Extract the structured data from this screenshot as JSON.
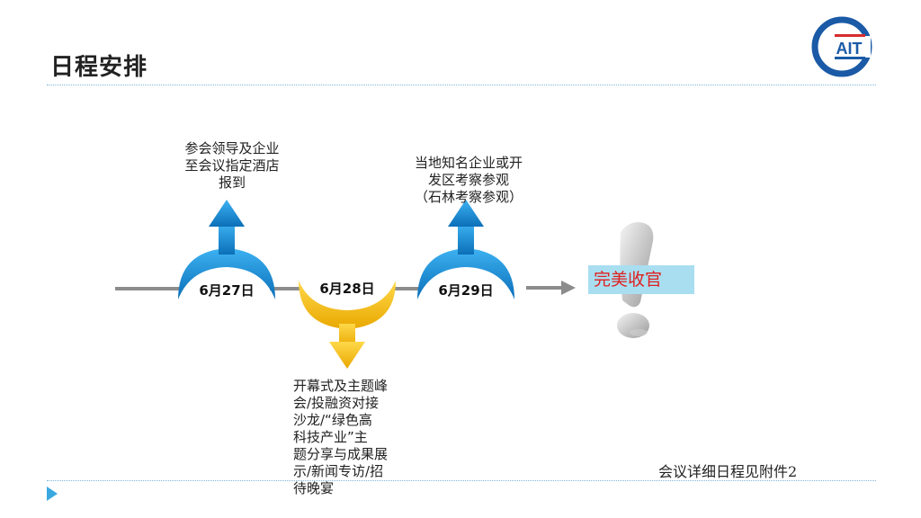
{
  "header": {
    "title": "日程安排"
  },
  "logo": {
    "text": "AIT",
    "colors": {
      "ring": "#1a5aa6",
      "mark": "#d62d2d"
    }
  },
  "timeline": {
    "days": [
      {
        "date": "6月27日",
        "direction": "up",
        "color": "#1e90d8",
        "description": [
          "参会领导及企业",
          "至会议指定酒店",
          "报到"
        ]
      },
      {
        "date": "6月28日",
        "direction": "down",
        "color": "#f2b705",
        "description": [
          "开幕式及主题峰",
          "会/投融资对接",
          "沙龙/“绿色高",
          "科技产业”主",
          "题分享与成果展",
          "示/新闻专访/招",
          "待晚宴"
        ]
      },
      {
        "date": "6月29日",
        "direction": "up",
        "color": "#1e90d8",
        "description": [
          "当地知名企业或开",
          "发区考察参观",
          "（石林考察参观）"
        ]
      }
    ],
    "result": "完美收官",
    "line_color": "#8c8c8c"
  },
  "footer": {
    "note": "会议详细日程见附件2",
    "accent": "#3aa8e0"
  },
  "icons": [
    "logo-icon",
    "exclamation-icon",
    "play-icon"
  ]
}
